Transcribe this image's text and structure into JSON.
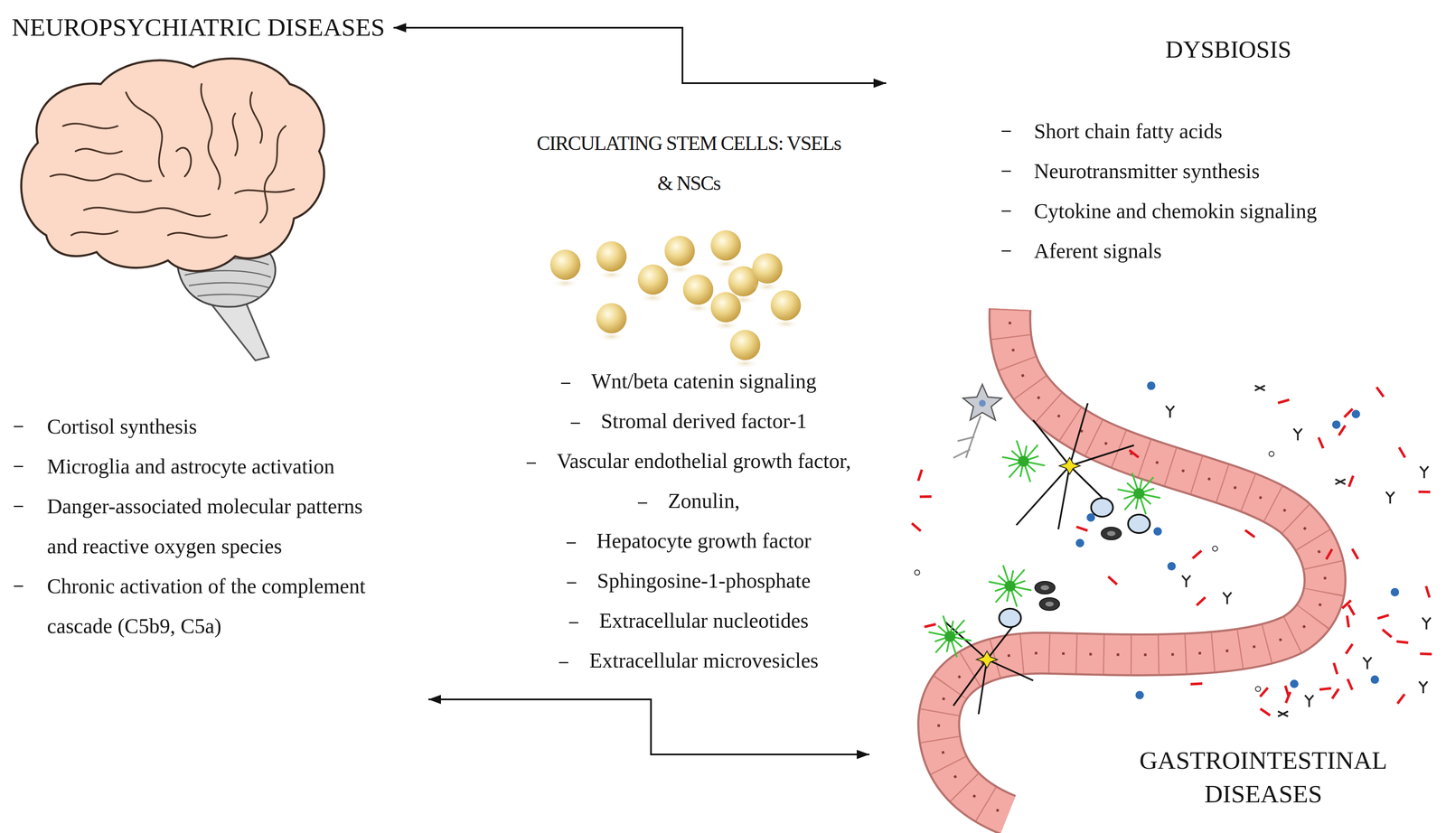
{
  "diagram": {
    "nodes": [
      {
        "text": [
          "NEUROPSYCHIATRIC DISEASES"
        ]
      },
      {
        "text": [
          "DYSBIOSIS",
          "Short chain fatty acids",
          "Neurotransmitter synthesis",
          "Cytokine and chemokin signaling",
          "Aferent signals"
        ]
      },
      {
        "text": [
          "CIRCULATING STEM CELLS: VSELs & NSCs",
          "Wnt/beta catenin signaling",
          "Stromal derived factor-1",
          "Vascular endothelial growth factor,",
          "Zonulin,",
          "Hepatocyte growth factor",
          "Sphingosine-1-phosphate",
          "Extracellular nucleotides",
          "Extracellular microvesicles"
        ]
      },
      {
        "text": [
          "Cortisol synthesis",
          "Microglia and astrocyte activation",
          "Danger-associated molecular patterns and reactive oxygen species",
          "Chronic activation of the complement cascade (C5b9, C5a)"
        ]
      },
      {
        "text": [
          "GASTROINTESTINAL DISEASES"
        ]
      }
    ],
    "edges": [
      {
        "from": 0,
        "to": 1,
        "arrow": "both"
      },
      {
        "from": 3,
        "to": 4,
        "arrow": "both"
      }
    ]
  }
}
